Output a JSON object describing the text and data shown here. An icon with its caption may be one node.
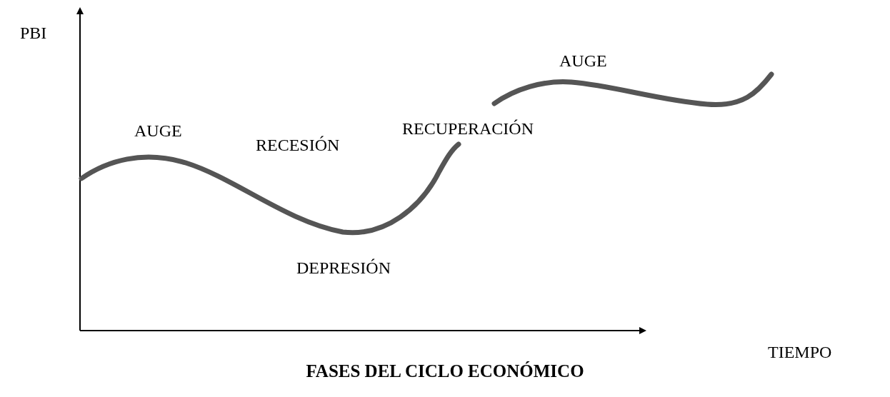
{
  "diagram": {
    "caption": "FASES DEL CICLO ECONÓMICO",
    "labels": [
      "PBI",
      "AUGE",
      "AUGE",
      "RECESIÓN",
      "RECUPERACIÓN",
      "DEPRESIÓN",
      "TIEMPO"
    ]
  }
}
